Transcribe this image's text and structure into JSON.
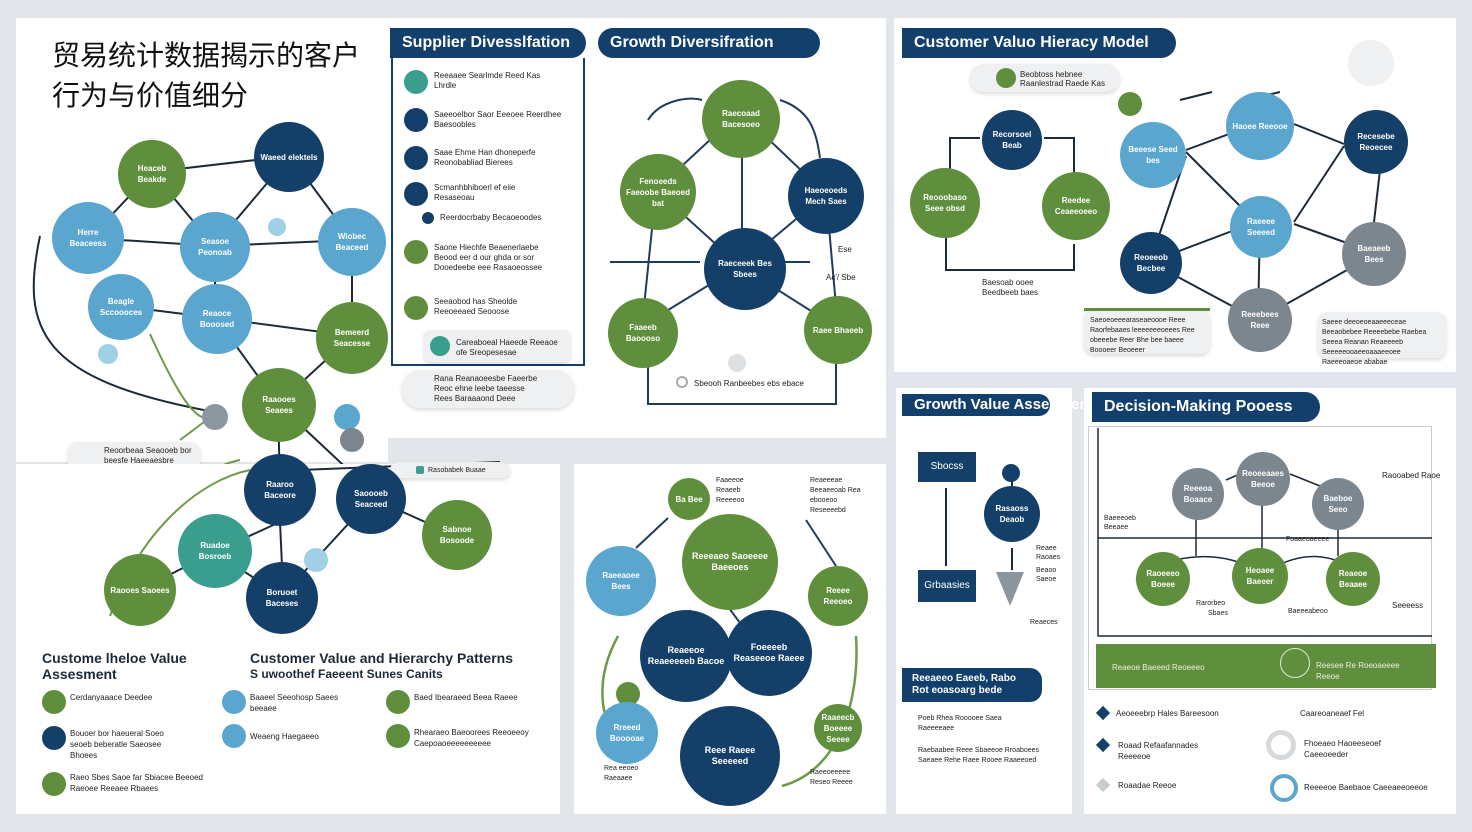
{
  "main_title": "贸易统计数据揭示的客户行为与价值细分",
  "colors": {
    "navy": "#143f69",
    "green": "#5f8f3c",
    "blue": "#5aa6cf",
    "teal": "#3a9e8e",
    "gray": "#7b868f"
  },
  "left_network": {
    "nodes": [
      "Heaceb Beakde",
      "Waeed elektels",
      "Herre Beaceess",
      "Seasoe Peonoab",
      "Wiobec Beaceed",
      "Beagle Sccoooces",
      "Reaoce Booosed",
      "Bemeerd Seacesse",
      "Raaooes Seaees",
      "Raaroo Baceore",
      "Saoooeb Seaceed",
      "Ruadoe Bosroeb",
      "Sabnoe Bosoode",
      "Raooes Saoees",
      "Boruoet Baceses"
    ],
    "callout1": "Reoorbeaa Seaooeb bor beesfe Haeeaesbre Ereooed",
    "callout2": "Rasobabek Buaae"
  },
  "supplier": {
    "title": "Supplier Divesslfation",
    "items": [
      "Reeaaee Searlmde Reed Kas Lhrdle",
      "Saeeoelbor Saor Eeeoee Reerdhee Baesoobles",
      "Saae Ehme Han dhoneperfe Reonobabliad Bierees",
      "Scmanhbhiboerl ef eiie Resaseoau",
      "Reerdocrbaby Becaoeoodes",
      "Saone Hiechfe Beaenerlaebe Beood eer d our ghda or sor Dooedeebe eee Rasaoeossee",
      "Seeaobod has Sheolde Reeoeeaed Seooose"
    ],
    "highlight": "Careaboeal Haeede Reeaoe ofe Sreopesesae",
    "note": "Rana Reanaoeesbe Faeerbe Reoc ehne leebe taeesse Rees Baraaaond Deee"
  },
  "growth_div": {
    "title": "Growth Diversifration",
    "nodes": [
      "Raecoaad Bacesoeo",
      "Fenoeeds Faeoobe Baeoed bat",
      "Haeoeoeds Mech Saes",
      "Raeceeek Bes Sbees",
      "Faaeeb Baoooso",
      "Raee Bhaeeb"
    ],
    "small_labels": [
      "Ese",
      "Ac'/ Sbe"
    ],
    "footer": "Sbeooh Ranbeebes ebs ebace"
  },
  "cvh_model": {
    "title": "Customer Valuo Hieracy Model",
    "legend": "Beobtoss hebnee Raanlestrad Raede Kas",
    "cycle_nodes": [
      "Recorsoel Beab",
      "Reooobaso Seee obsd",
      "Reedee Ceaeeoeeo"
    ],
    "cycle_label": "Baesoab ooee Beedbeeb baes",
    "network_nodes": [
      "Haoee Reeooe",
      "Beeese Seed bes",
      "Recesebe Reoecee",
      "Raeeee Seeeed",
      "Reoeeob Becbee",
      "Baeaeeb Bees",
      "Reeebees Reee"
    ],
    "note1": "Saeoeoeeearaseaeoooe Reee Raorfebaaes leeeeeeeoeees Ree obeeebe Reer Bhe bee baeee Boooeer Beoeeer",
    "note2": "Saeee deeoeoeaaeeeceae Beeaobebee Reeeebebe Raebea Seeea Reanan Reaeeeeb Seeeeeooaeeoaaaeeoee Raeeeoaeoe ababae"
  },
  "growth_value": {
    "title": "Growth Value Assesment",
    "box_top": "Sbocss",
    "box_bottom": "Grbaasies",
    "node": "Rasaoss Deaob",
    "side_labels": [
      "Reaee Raoaes",
      "Beaoo Saeoe",
      "Reaeces"
    ],
    "section": "Reeaeeo Eaeeb, Rabo Rot eoasoarg bede",
    "list": [
      "Poeb Rhea Rooooee Saea Raeeeeaee",
      "Raebaabee Reee Sbaeeoe Rroaboees Saeaee Rehe Raee Rooee Raaeeoed"
    ]
  },
  "decision": {
    "title": "Decision-Making Pooess",
    "nodes": [
      "Reeeoa Boaace",
      "Reoeeaaes Beeoe",
      "Baeboe Seeo",
      "Raoeeeo Boeee",
      "Heoaee Baeeer",
      "Reaeoe Beaaee"
    ],
    "labels": [
      "Raooabed Raoe",
      "Baeeeoeb Beeaee",
      "Foaaeoaeeee",
      "Rarorbeo",
      "Sbaes",
      "Baeeeabeoo",
      "Seeeess"
    ],
    "banner_left": "Reaeoe Baeeed Reoeeeo",
    "banner_right": "Reesee Re Roeoaeeee Reeoe",
    "legend": [
      "Aeoeeebrp Hales Bareesoon",
      "Roaad Refaafannades Reeeeoe",
      "Roaadae Reeoe",
      "Caareoaneaef Fel",
      "Fhoeaeo Haoeeseoef Caeeoeeder",
      "Reeeeoe Baebaoe Caeeaeeoeeoe"
    ]
  },
  "bottom_center": {
    "nodes": [
      "Reeeaeo Saoeeee Baeeoes",
      "Reaeeoe Reaeeeeeb Bacoe",
      "Foeeeeb Reaseeoe Raeee",
      "Reee Raeee Seeeeed",
      "Raaeecb Boeeee Seeee",
      "Rreeed Booooae",
      "Raeeaoee Bees",
      "Ba Bee",
      "Reeee Reeoeo"
    ],
    "labels": [
      "Faaeeoe Reaeeb Reeeeoo",
      "Reaeeeae Beeaeeoab Rea ebooeoo Reseeeebd",
      "Rea eeoeo Raeaaee",
      "Raeeoeeeee Reseo Reeee"
    ]
  },
  "bottom_left": {
    "title1": "Custome lheloe Value",
    "title1b": "Assesment",
    "title2": "Customer Value and Hierarchy Patterns",
    "title2b": "S uwoothef Faeeent Sunes Canits",
    "legend": [
      "Cerdanyaaace Deedee",
      "Bouoer bor haeueral Soeo seoeb beberatle Saeosee Bhoees",
      "Raeo Sbes Saoe far Sbiacee Beeoed Raeoee Reeaee Rbaees",
      "Baaeel Seeohosp Saees beeaee",
      "Weaeng Haegaeeo",
      "Baed Ibearaeed Beea Raeee",
      "Rhearaeo Baeoorees Reeoeeoy Caepoaoeeeeeeeeee"
    ]
  }
}
